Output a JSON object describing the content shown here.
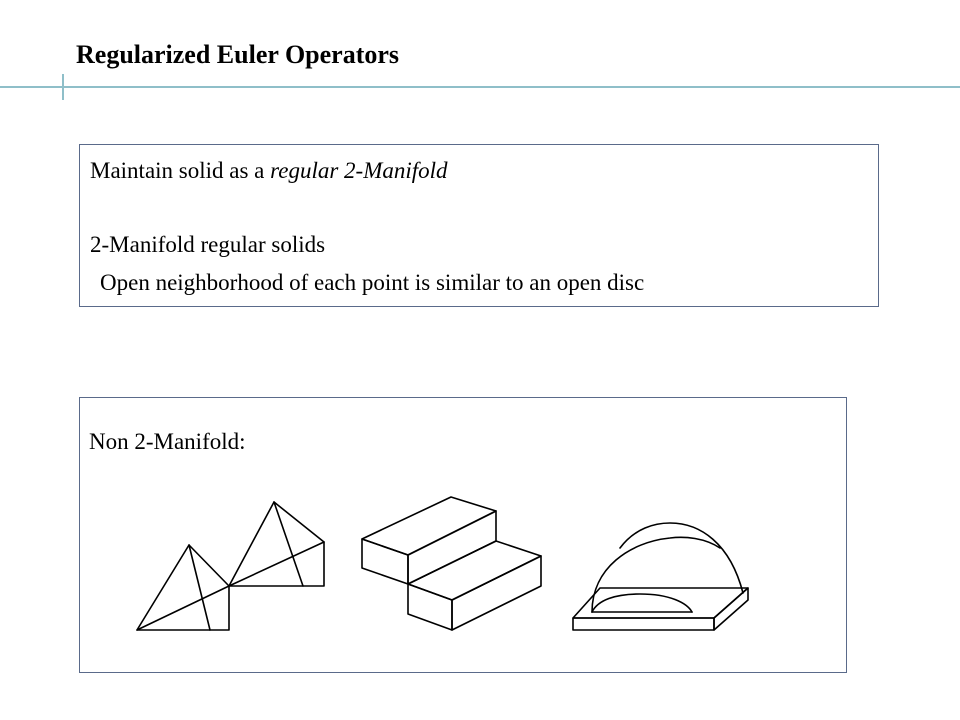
{
  "title": "Regularized Euler Operators",
  "definition_box": {
    "line1_prefix": "Maintain solid as a ",
    "line1_emphasis": "regular 2-Manifold",
    "line2": "2-Manifold regular solids",
    "line3": "Open neighborhood of each point is similar to an open disc"
  },
  "examples_box": {
    "label": "Non 2-Manifold:",
    "figures": [
      "two-pyramids-touching-at-vertex",
      "two-blocks-sharing-edge",
      "half-cylinder-on-base-plate"
    ]
  },
  "colors": {
    "accent_rule": "#8fbfc9",
    "box_border": "#5a6a8a",
    "text": "#000000"
  }
}
